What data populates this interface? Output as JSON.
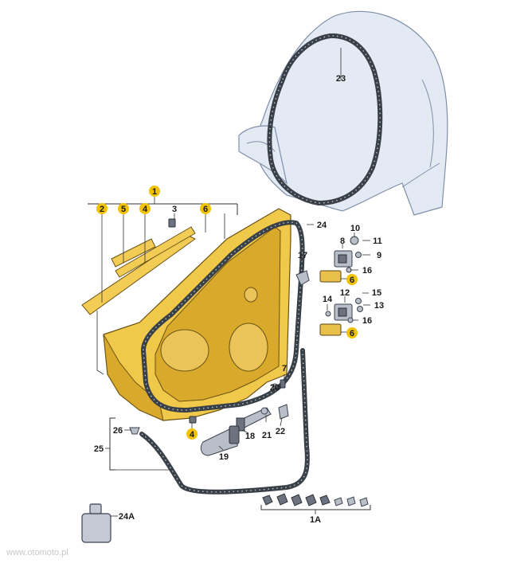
{
  "diagram": {
    "labels": {
      "l1": "1",
      "l2": "2",
      "l3": "3",
      "l4a": "4",
      "l4b": "4",
      "l5": "5",
      "l6a": "6",
      "l6b": "6",
      "l6c": "6",
      "l7": "7",
      "l8": "8",
      "l9": "9",
      "l10": "10",
      "l11": "11",
      "l12": "12",
      "l13": "13",
      "l14": "14",
      "l15": "15",
      "l16a": "16",
      "l16b": "16",
      "l17": "17",
      "l18": "18",
      "l19": "19",
      "l20": "20",
      "l21": "21",
      "l22": "22",
      "l23": "23",
      "l24": "24",
      "l24a": "24A",
      "l25": "25",
      "l26": "26",
      "l1a": "1A"
    },
    "highlight_color": "#f2c200",
    "watermark": "www.otomoto.pl"
  }
}
